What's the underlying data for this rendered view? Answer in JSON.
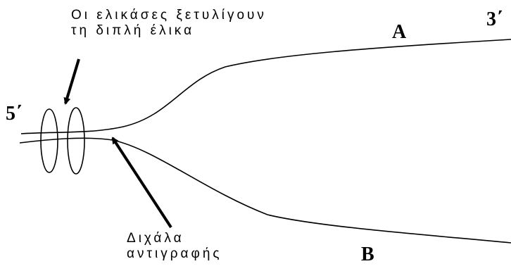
{
  "helicase_label": {
    "line1": "Οι ελικάσες ξετυλίγουν",
    "line2": "τη διπλή έλικα"
  },
  "fork_label": {
    "line1": "Διχάλα",
    "line2": "αντιγραφής"
  },
  "end_labels": {
    "five_prime": "5΄",
    "three_prime": "3΄"
  },
  "strand_labels": {
    "a": "A",
    "b": "B"
  },
  "colors": {
    "ink": "#000000",
    "background": "#ffffff"
  }
}
